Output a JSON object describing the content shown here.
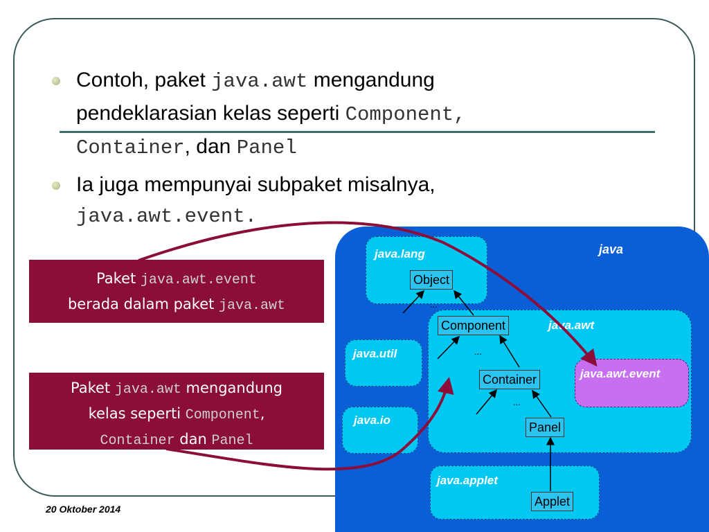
{
  "bullets": [
    {
      "t1": "Contoh, paket ",
      "m1": "java.awt",
      "t2": " mengandung",
      "t3": "pendeklarasian kelas seperti ",
      "m2": "Component,",
      "m3": "Container",
      "t4": ", dan ",
      "m4": "Panel"
    },
    {
      "t1": "Ia juga mempunyai subpaket misalnya,",
      "m1": "java.awt.event."
    }
  ],
  "callout_event": {
    "t1": "Paket ",
    "m1": "java.awt.event",
    "t2": "berada dalam paket ",
    "m2": "java.awt"
  },
  "callout_awt": {
    "t1": "Paket ",
    "m1": "java.awt",
    "t2": " mengandung",
    "t3": "kelas seperti ",
    "m2": "Component",
    "t4": ",",
    "m3": "Container",
    "t5": " dan ",
    "m4": "Panel"
  },
  "diagram": {
    "root": "java",
    "packages": {
      "lang": "java.lang",
      "awt": "java.awt",
      "util": "java.util",
      "io": "java.io",
      "event": "java.awt.event",
      "applet": "java.applet"
    },
    "classes": {
      "object": "Object",
      "component": "Component",
      "container": "Container",
      "panel": "Panel",
      "applet": "Applet"
    },
    "ellipsis": "..."
  },
  "footer": {
    "date": "20 Oktober 2014"
  },
  "colors": {
    "callout_bg": "#8b0d3a",
    "java_bg": "#0a5fd6",
    "package_bg": "#00c8f2",
    "event_bg": "#c86ef0",
    "arrow": "#8b0d3a"
  }
}
